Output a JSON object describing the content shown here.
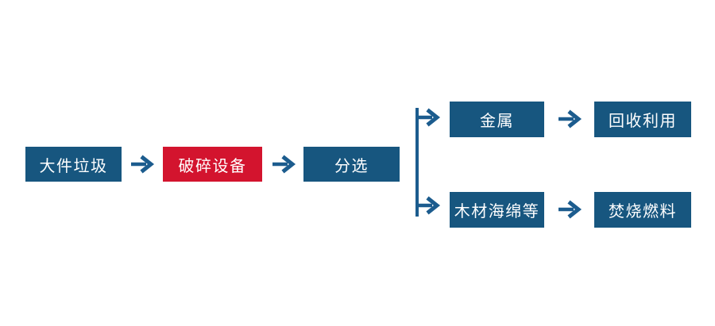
{
  "flowchart": {
    "type": "process-flow",
    "nodes": [
      {
        "id": "bulky-waste",
        "label": "大件垃圾",
        "color": "#17567F"
      },
      {
        "id": "crushing-equipment",
        "label": "破碎设备",
        "color": "#D3142E"
      },
      {
        "id": "sorting",
        "label": "分选",
        "color": "#17567F"
      },
      {
        "id": "metal",
        "label": "金属",
        "color": "#17567F"
      },
      {
        "id": "recycling",
        "label": "回收利用",
        "color": "#17567F"
      },
      {
        "id": "wood-sponge-etc",
        "label": "木材海绵等",
        "color": "#17567F"
      },
      {
        "id": "incineration-fuel",
        "label": "焚烧燃料",
        "color": "#17567F"
      }
    ],
    "edges": [
      {
        "from": "bulky-waste",
        "to": "crushing-equipment"
      },
      {
        "from": "crushing-equipment",
        "to": "sorting"
      },
      {
        "from": "sorting",
        "to": "metal"
      },
      {
        "from": "sorting",
        "to": "wood-sponge-etc"
      },
      {
        "from": "metal",
        "to": "recycling"
      },
      {
        "from": "wood-sponge-etc",
        "to": "incineration-fuel"
      }
    ],
    "colors": {
      "node_blue": "#17567F",
      "node_red": "#D3142E",
      "arrow": "#1C5C8E",
      "text": "#FFFFFF",
      "background": "#FFFFFF"
    }
  }
}
